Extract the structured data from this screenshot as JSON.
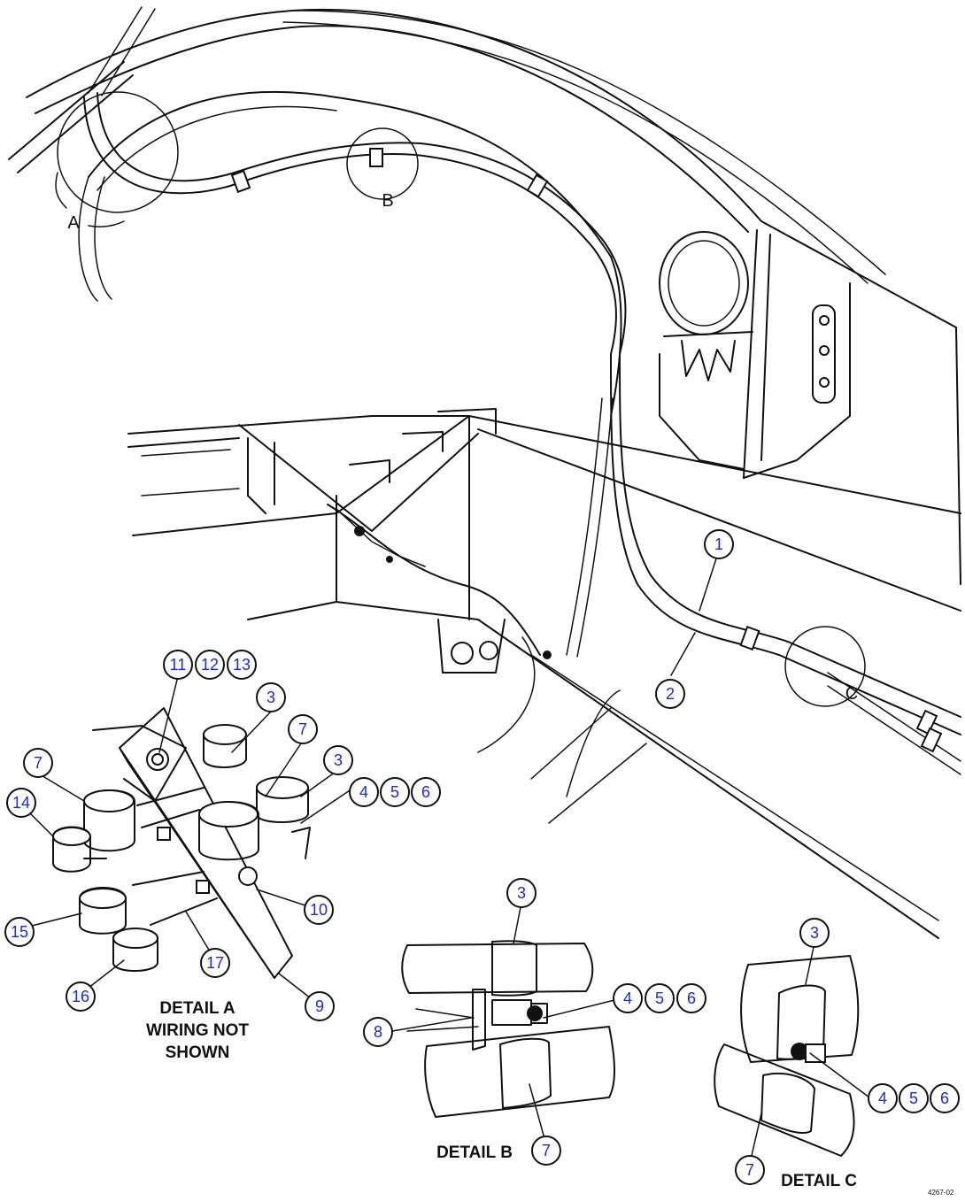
{
  "detail_letters": {
    "a": "A",
    "b": "B",
    "c": "C"
  },
  "captions": {
    "detail_a": [
      "DETAIL A",
      "WIRING NOT",
      "SHOWN"
    ],
    "detail_b": "DETAIL B",
    "detail_c": "DETAIL C"
  },
  "figure_code": "4267-02",
  "callouts": {
    "main_1": "1",
    "main_2": "2",
    "a_11": "11",
    "a_12": "12",
    "a_13": "13",
    "a_3_top": "3",
    "a_7_mid": "7",
    "a_3_right": "3",
    "a_4": "4",
    "a_5": "5",
    "a_6": "6",
    "a_7_left": "7",
    "a_14": "14",
    "a_15": "15",
    "a_16": "16",
    "a_17": "17",
    "a_10": "10",
    "a_9": "9",
    "b_3": "3",
    "b_4": "4",
    "b_5": "5",
    "b_6": "6",
    "b_8": "8",
    "b_7": "7",
    "c_3": "3",
    "c_4": "4",
    "c_5": "5",
    "c_6": "6",
    "c_7": "7"
  }
}
